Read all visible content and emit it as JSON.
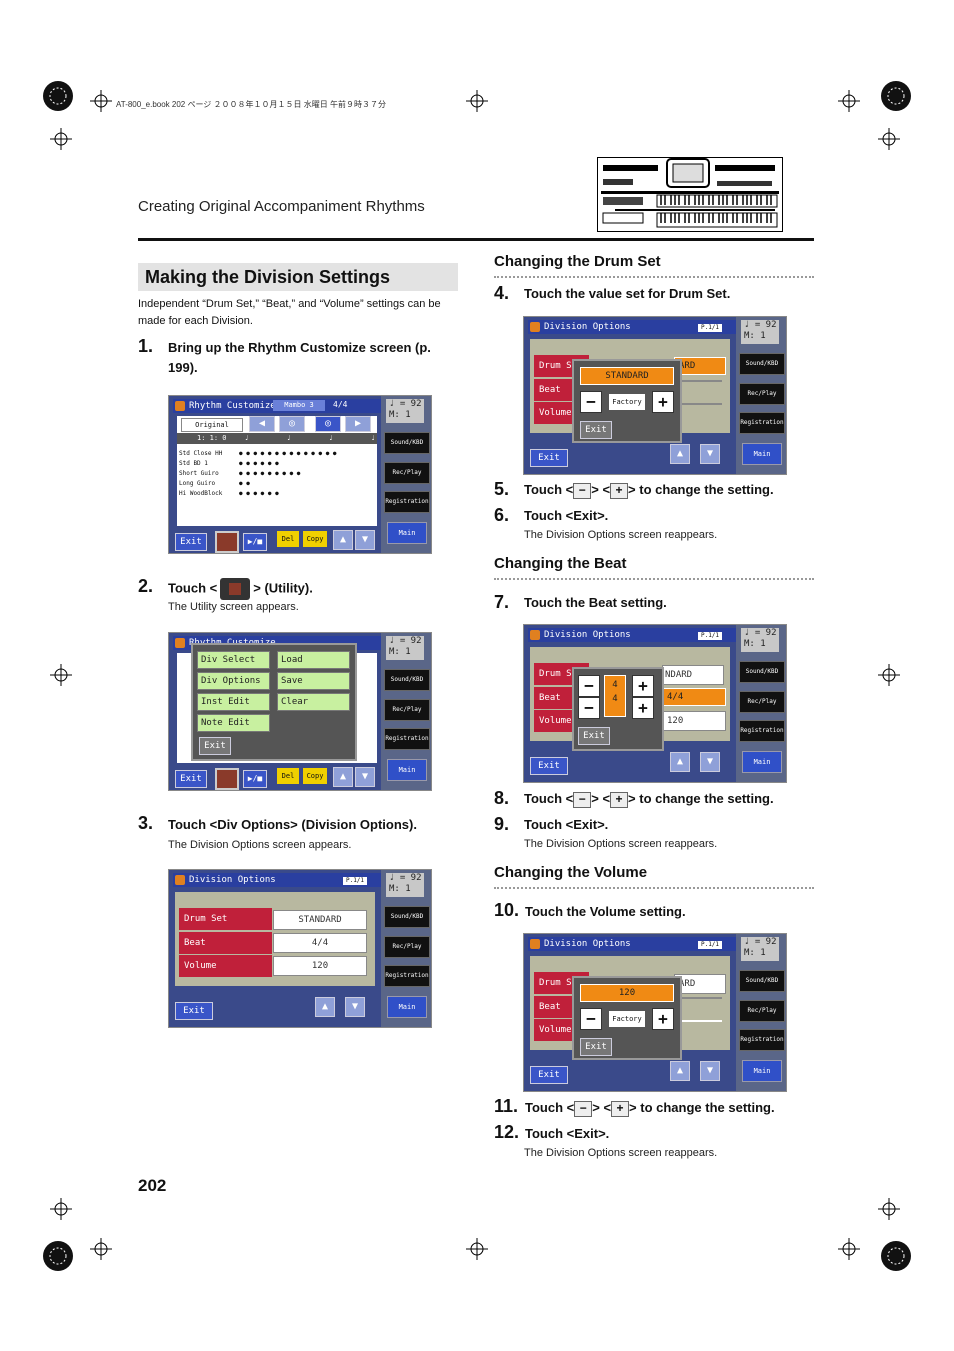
{
  "header": {
    "jp_line": "AT-800_e.book  202 ページ  ２００８年１０月１５日  水曜日  午前９時３７分",
    "running_title": "Creating Original Accompaniment Rhythms"
  },
  "left": {
    "section_title": "Making the Division Settings",
    "intro": "Independent “Drum Set,” “Beat,” and “Volume” settings can be made for each Division.",
    "step1_num": "1.",
    "step1_text": "Bring up the Rhythm Customize screen (p. 199).",
    "step2_num": "2.",
    "step2_pre": "Touch <",
    "step2_post": "> (Utility).",
    "step2_sub": "The Utility screen appears.",
    "step3_num": "3.",
    "step3_text": "Touch <Div Options> (Division Options).",
    "step3_sub": "The Division Options screen appears."
  },
  "right": {
    "h_drum": "Changing the Drum Set",
    "step4_num": "4.",
    "step4_text": "Touch the value set for Drum Set.",
    "step5_num": "5.",
    "step5_a": "Touch <",
    "step5_b": "> <",
    "step5_c": "> to change the setting.",
    "step6_num": "6.",
    "step6_text": "Touch <Exit>.",
    "step6_sub": "The Division Options screen reappears.",
    "h_beat": "Changing the Beat",
    "step7_num": "7.",
    "step7_text": "Touch the Beat setting.",
    "step8_num": "8.",
    "step8_a": "Touch <",
    "step8_b": "> <",
    "step8_c": "> to change the setting.",
    "step9_num": "9.",
    "step9_text": "Touch <Exit>.",
    "step9_sub": "The Division Options screen reappears.",
    "h_volume": "Changing the Volume",
    "step10_num": "10.",
    "step10_text": "Touch the Volume setting.",
    "step11_num": "11.",
    "step11_a": "Touch <",
    "step11_b": "> <",
    "step11_c": "> to change the setting.",
    "step12_num": "12.",
    "step12_text": "Touch <Exit>.",
    "step12_sub": "The Division Options screen reappears."
  },
  "icons": {
    "minus": "−",
    "plus": "+"
  },
  "screens": {
    "rc": {
      "title": "Rhythm Customize",
      "style": "Mambo 3",
      "meter": "4/4",
      "original": "Original",
      "position": "1: 1:  0",
      "instruments": [
        "Std Close HH",
        "Std BD 1",
        "Short Guiro",
        "Long Guiro",
        "Hi WoodBlock"
      ],
      "exit": "Exit",
      "del": "Del",
      "copy": "Copy"
    },
    "util": {
      "menu": [
        "Div Select",
        "Load",
        "Div Options",
        "Save",
        "Inst Edit",
        "Clear",
        "Note Edit"
      ],
      "exit": "Exit"
    },
    "div": {
      "title": "Division Options",
      "page": "P.1/1",
      "rows": [
        "Drum Set",
        "Beat",
        "Volume"
      ],
      "values": [
        "STANDARD",
        "4/4",
        "120"
      ],
      "partial_rows": [
        "Drum Se",
        "Beat",
        "Volume"
      ],
      "partial_values": [
        "ARD",
        "NDARD",
        "4/4",
        "120"
      ],
      "exit": "Exit",
      "factory": "Factory",
      "beat_num": "4",
      "beat_den": "4"
    },
    "panel": {
      "tempo": "♩ =  92",
      "measure": "M:   1",
      "sound": "Sound/KBD",
      "rec": "Rec/Play",
      "reg": "Registration",
      "main": "Main"
    }
  },
  "page_number": "202"
}
